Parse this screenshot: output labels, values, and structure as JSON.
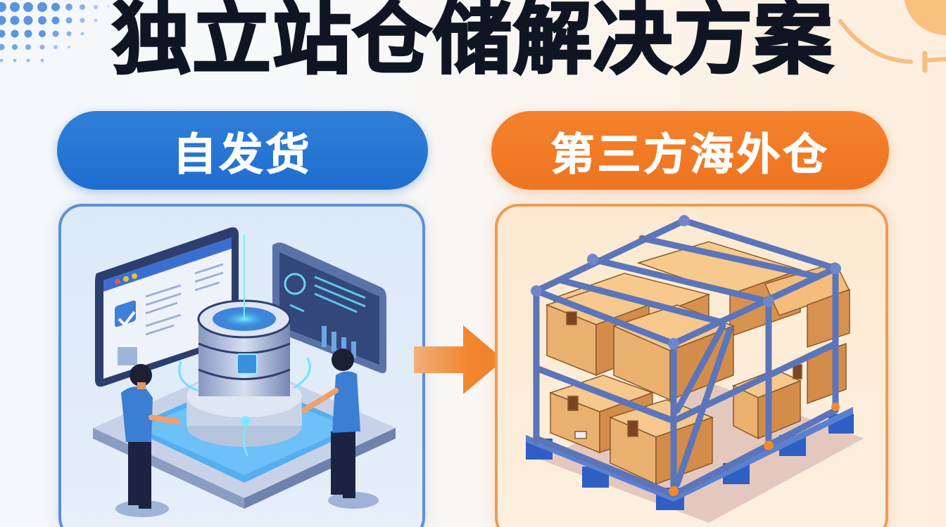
{
  "title": "独立站仓储解决方案",
  "options": [
    {
      "label": "自发货",
      "color": "#1f6ed0",
      "illustration": "database-server-with-monitors-and-staff"
    },
    {
      "label": "第三方海外仓",
      "color": "#ee7420",
      "illustration": "warehouse-rack-with-boxes-on-pallet"
    }
  ],
  "transition_icon": "arrow-right-icon",
  "colors": {
    "title": "#0f1523",
    "blue_accent": "#1f6ed0",
    "orange_accent": "#ee7420",
    "blue_panel_bg": "#dce9f8",
    "orange_panel_bg": "#fde9d1"
  }
}
